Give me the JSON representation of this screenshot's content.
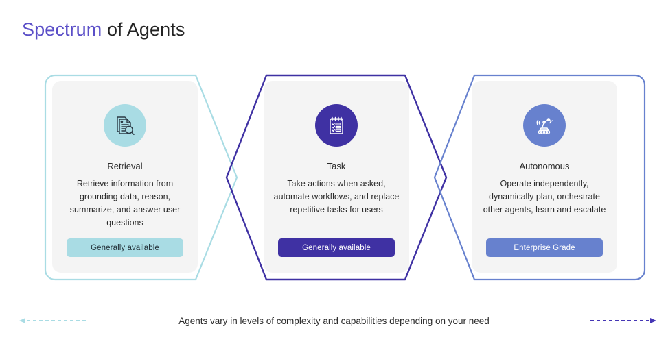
{
  "title": {
    "accent": "Spectrum",
    "rest": " of Agents"
  },
  "colors": {
    "accent_purple": "#5b4fc8",
    "retrieval_teal": "#a9dce4",
    "task_indigo": "#3f31a3",
    "autonomous_blue": "#6781ce",
    "card_panel": "#f4f4f4",
    "page_background": "#ffffff"
  },
  "cards": [
    {
      "id": "retrieval",
      "icon": "document-search-icon",
      "title": "Retrieval",
      "description": "Retrieve information from grounding data, reason, summarize, and answer user questions",
      "badge": "Generally available",
      "accent": "#a9dce4"
    },
    {
      "id": "task",
      "icon": "clipboard-checklist-icon",
      "title": "Task",
      "description": "Take actions when asked, automate workflows, and replace repetitive tasks for users",
      "badge": "Generally available",
      "accent": "#3f31a3"
    },
    {
      "id": "autonomous",
      "icon": "robot-arm-icon",
      "title": "Autonomous",
      "description": "Operate independently, dynamically plan, orchestrate other agents, learn and escalate",
      "badge": "Enterprise Grade",
      "accent": "#6781ce"
    }
  ],
  "footer": {
    "caption": "Agents vary in levels of complexity and capabilities depending on your need",
    "left_arrow": "dashed-arrow-left",
    "right_arrow": "dashed-arrow-right"
  }
}
